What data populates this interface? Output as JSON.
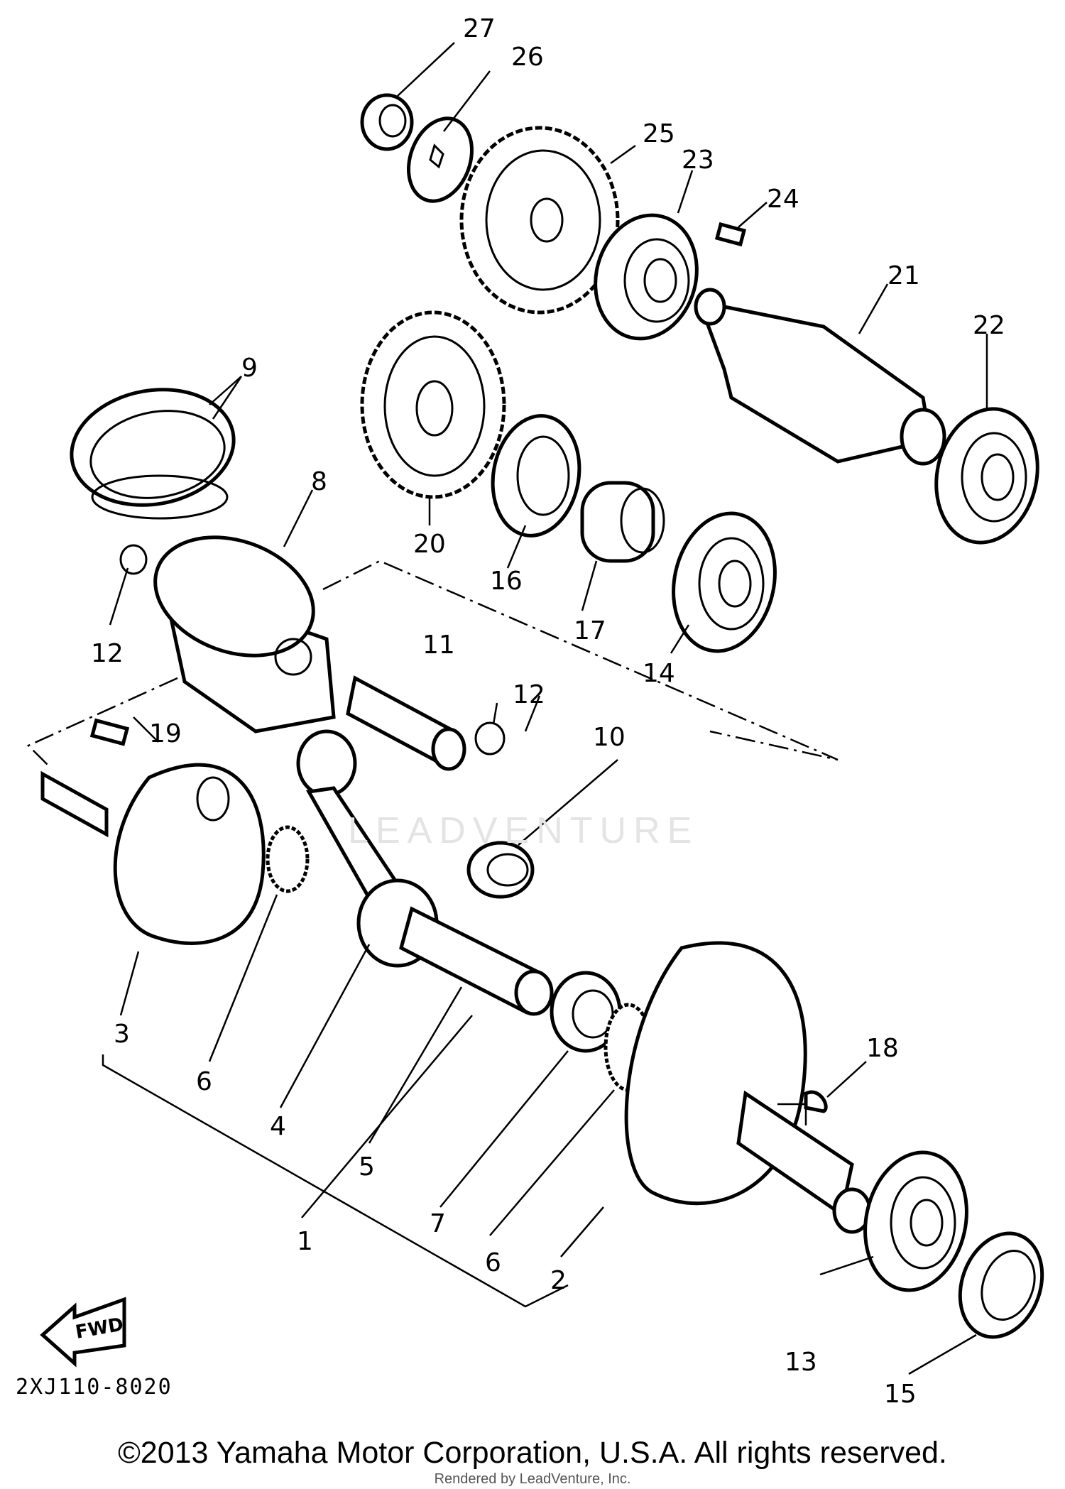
{
  "diagram": {
    "code": "2XJ110-8020",
    "fwd_label": "FWD",
    "watermark": "LEADVENTURE",
    "copyright": "©2013 Yamaha Motor Corporation, U.S.A. All rights reserved.",
    "rendered_by": "Rendered by LeadVenture, Inc.",
    "callouts": [
      "27",
      "26",
      "25",
      "23",
      "24",
      "21",
      "22",
      "9",
      "8",
      "20",
      "16",
      "17",
      "14",
      "12",
      "11",
      "12",
      "10",
      "19",
      "3",
      "6",
      "4",
      "5",
      "1",
      "7",
      "6",
      "2",
      "18",
      "13",
      "15"
    ]
  }
}
